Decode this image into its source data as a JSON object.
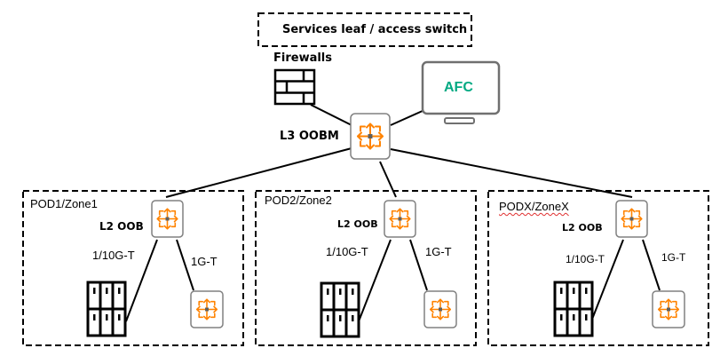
{
  "services_box": {
    "label": "Services leaf / access switch"
  },
  "firewalls": {
    "label": "Firewalls",
    "icon": "firewall-brick-icon"
  },
  "afc": {
    "label": "AFC",
    "icon": "monitor-icon",
    "color": "#01a982"
  },
  "core_switch": {
    "label": "L3 OOBM",
    "icon": "switch-arrows-icon"
  },
  "colors": {
    "switch_orange": "#ff8300",
    "switch_border": "#808080",
    "line": "#000000"
  },
  "pods": [
    {
      "name": "POD1/Zone1",
      "switch_label": "L2 OOB",
      "uplink_label": "1/10G-T",
      "access_label": "1G-T",
      "spellcheck": false
    },
    {
      "name": "POD2/Zone2",
      "switch_label": "L2 OOB",
      "uplink_label": "1/10G-T",
      "access_label": "1G-T",
      "spellcheck": false
    },
    {
      "name": "PODX/ZoneX",
      "switch_label": "L2 OOB",
      "uplink_label": "1/10G-T",
      "access_label": "1G-T",
      "spellcheck": true
    }
  ]
}
